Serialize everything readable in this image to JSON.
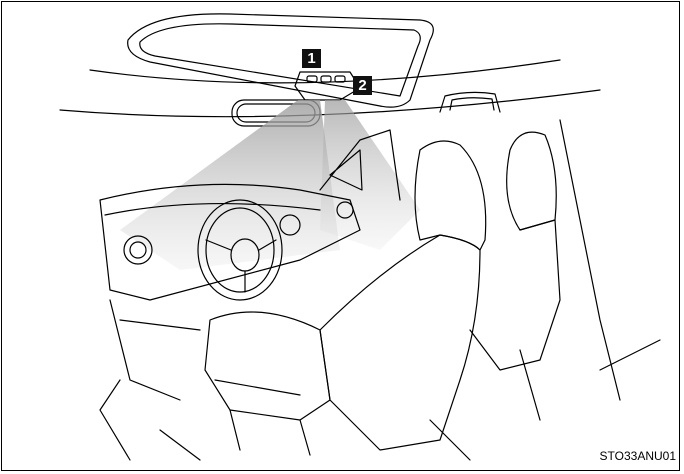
{
  "callouts": [
    {
      "label": "1"
    },
    {
      "label": "2"
    }
  ],
  "figure_code": "STO33ANU01"
}
